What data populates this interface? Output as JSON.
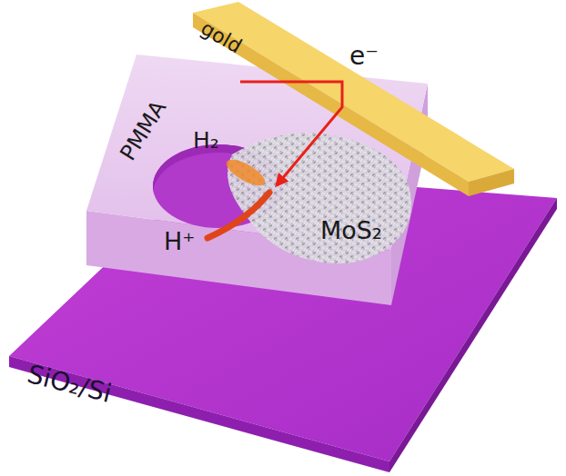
{
  "diagram": {
    "labels": [
      "gold",
      "e⁻",
      "PMMA",
      "H₂",
      "H⁺",
      "MoS₂",
      "SiO₂/Si"
    ]
  }
}
